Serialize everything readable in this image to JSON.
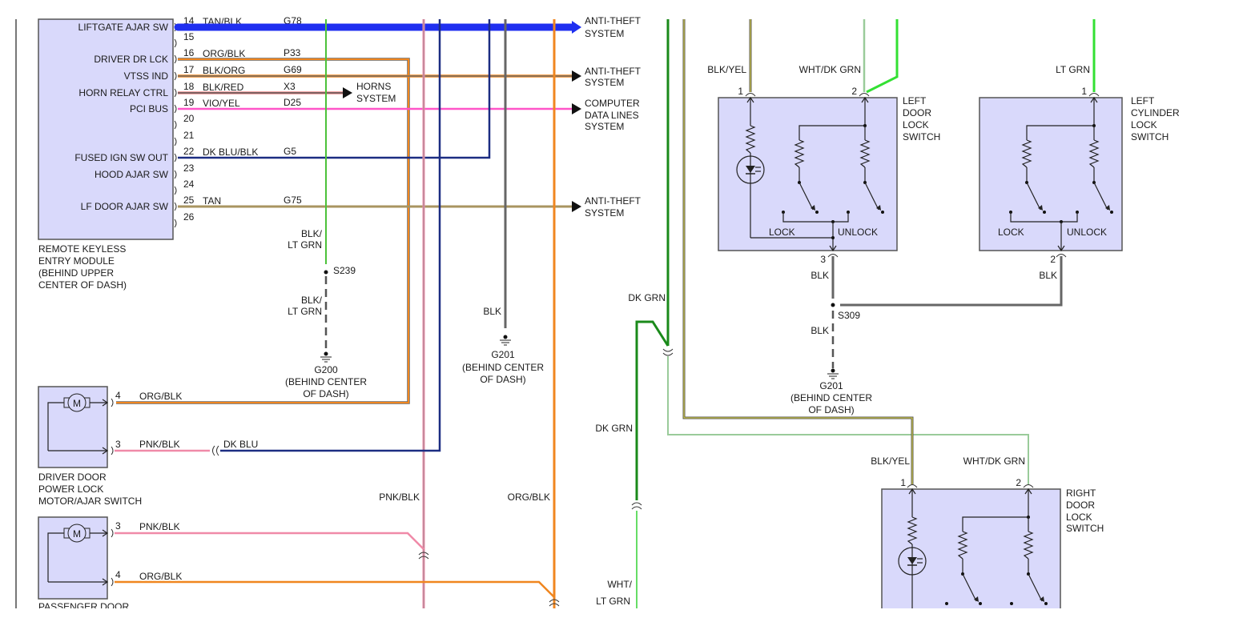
{
  "colors": {
    "module_fill": "#d9d9fb",
    "tan_blk": "#1f2ff0",
    "org_blk": "#f0861f",
    "blk_org": "#6b6b6b",
    "blk_red": "#555555",
    "vio_yel": "#ff55c8",
    "dk_blu_blk": "#1c2d82",
    "tan": "#a89460",
    "blk_lt_grn": "#4cc23a",
    "pnk_blk": "#f08aa8",
    "blk": "#666666",
    "dk_grn": "#1a8a1a",
    "blk_yel": "#b8aa40",
    "wht_dk_grn": "#9acb9a",
    "lt_grn": "#33e033",
    "wht_lt_grn": "#66dd66"
  },
  "rke_module": {
    "name_lines": [
      "REMOTE KEYLESS",
      "ENTRY MODULE",
      "(BEHIND UPPER",
      "CENTER OF DASH)"
    ],
    "pins": [
      {
        "pin": "14",
        "function": "LIFTGATE AJAR SW",
        "wire": "TAN/BLK",
        "circuit": "G78"
      },
      {
        "pin": "15",
        "function": "",
        "wire": "",
        "circuit": ""
      },
      {
        "pin": "16",
        "function": "DRIVER DR LCK",
        "wire": "ORG/BLK",
        "circuit": "P33"
      },
      {
        "pin": "17",
        "function": "VTSS IND",
        "wire": "BLK/ORG",
        "circuit": "G69"
      },
      {
        "pin": "18",
        "function": "HORN RELAY CTRL",
        "wire": "BLK/RED",
        "circuit": "X3"
      },
      {
        "pin": "19",
        "function": "PCI BUS",
        "wire": "VIO/YEL",
        "circuit": "D25"
      },
      {
        "pin": "20",
        "function": "",
        "wire": "",
        "circuit": ""
      },
      {
        "pin": "21",
        "function": "",
        "wire": "",
        "circuit": ""
      },
      {
        "pin": "22",
        "function": "FUSED IGN SW OUT",
        "wire": "DK BLU/BLK",
        "circuit": "G5"
      },
      {
        "pin": "23",
        "function": "HOOD AJAR SW",
        "wire": "",
        "circuit": ""
      },
      {
        "pin": "24",
        "function": "",
        "wire": "",
        "circuit": ""
      },
      {
        "pin": "25",
        "function": "LF DOOR AJAR SW",
        "wire": "TAN",
        "circuit": "G75"
      },
      {
        "pin": "26",
        "function": "",
        "wire": "",
        "circuit": ""
      }
    ]
  },
  "destinations": {
    "anti_theft_1": [
      "ANTI-THEFT",
      "SYSTEM"
    ],
    "anti_theft_2": [
      "ANTI-THEFT",
      "SYSTEM"
    ],
    "horns": [
      "HORNS",
      "SYSTEM"
    ],
    "computer_data": [
      "COMPUTER",
      "DATA LINES",
      "SYSTEM"
    ],
    "anti_theft_3": [
      "ANTI-THEFT",
      "SYSTEM"
    ]
  },
  "grounds": {
    "g200": {
      "id": "G200",
      "location": [
        "(BEHIND CENTER",
        "OF DASH)"
      ]
    },
    "g201_left": {
      "id": "G201",
      "location": [
        "(BEHIND CENTER",
        "OF DASH)"
      ]
    },
    "g201_right": {
      "id": "G201",
      "location": [
        "(BEHIND CENTER",
        "OF DASH)"
      ]
    }
  },
  "splices": {
    "s239": "S239",
    "s309": "S309"
  },
  "wire_labels": {
    "blk_lt_grn_top": [
      "BLK/",
      "LT GRN"
    ],
    "blk_lt_grn_bottom": [
      "BLK/",
      "LT GRN"
    ],
    "blk_g201": "BLK",
    "pnk_blk_vert": "PNK/BLK",
    "org_blk_vert": "ORG/BLK",
    "dk_grn_upper": "DK GRN",
    "dk_grn_lower": "DK GRN",
    "wht_lt_grn": [
      "WHT/",
      "LT GRN"
    ],
    "blk_yel_left": "BLK/YEL",
    "wht_dk_grn_left": "WHT/DK GRN",
    "lt_grn": "LT GRN",
    "blk_s309_top": "BLK",
    "blk_s309_bottom": "BLK",
    "blk_cyl": "BLK",
    "blk_yel_right": "BLK/YEL",
    "wht_dk_grn_right": "WHT/DK GRN"
  },
  "driver_motor": {
    "name_lines": [
      "DRIVER DOOR",
      "POWER LOCK",
      "MOTOR/AJAR SWITCH"
    ],
    "symbol": "M",
    "pins": [
      {
        "pin": "4",
        "wire": "ORG/BLK"
      },
      {
        "pin": "3",
        "wire": "PNK/BLK",
        "mates_to": "DK BLU"
      }
    ]
  },
  "passenger_motor": {
    "name_lines": [
      "PASSENGER DOOR"
    ],
    "symbol": "M",
    "pins": [
      {
        "pin": "3",
        "wire": "PNK/BLK"
      },
      {
        "pin": "4",
        "wire": "ORG/BLK"
      }
    ]
  },
  "left_door_switch": {
    "name_lines": [
      "LEFT",
      "DOOR",
      "LOCK",
      "SWITCH"
    ],
    "pins": [
      "1",
      "2",
      "3"
    ],
    "positions": {
      "lock": "LOCK",
      "unlock": "UNLOCK"
    }
  },
  "left_cylinder_switch": {
    "name_lines": [
      "LEFT",
      "CYLINDER",
      "LOCK",
      "SWITCH"
    ],
    "pins": [
      "1",
      "2"
    ],
    "positions": {
      "lock": "LOCK",
      "unlock": "UNLOCK"
    }
  },
  "right_door_switch": {
    "name_lines": [
      "RIGHT",
      "DOOR",
      "LOCK",
      "SWITCH"
    ],
    "pins": [
      "1",
      "2"
    ]
  }
}
